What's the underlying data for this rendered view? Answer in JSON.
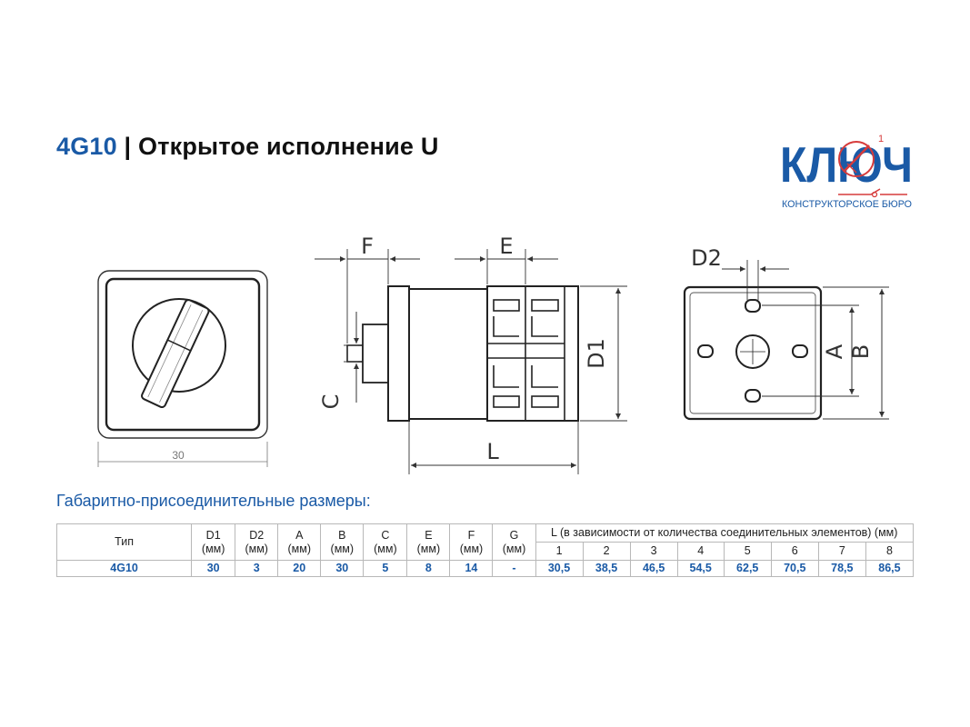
{
  "header": {
    "model": "4G10",
    "separator": " | ",
    "title": "Открытое исполнение U"
  },
  "logo": {
    "word": "КЛЮЧ",
    "subtitle": "КОНСТРУКТОРСКОЕ БЮРО",
    "colors": {
      "primary": "#1a5aa6",
      "accent": "#d63b3b"
    }
  },
  "drawing_labels": {
    "front_width": "30",
    "F": "F",
    "E": "E",
    "C": "C",
    "D1": "D1",
    "L": "L",
    "D2": "D2",
    "A": "A",
    "B": "B"
  },
  "section_title": "Габаритно-присоединительные размеры:",
  "table": {
    "col_type": "Тип",
    "columns": [
      {
        "name": "D1",
        "unit": "(мм)"
      },
      {
        "name": "D2",
        "unit": "(мм)"
      },
      {
        "name": "A",
        "unit": "(мм)"
      },
      {
        "name": "B",
        "unit": "(мм)"
      },
      {
        "name": "C",
        "unit": "(мм)"
      },
      {
        "name": "E",
        "unit": "(мм)"
      },
      {
        "name": "F",
        "unit": "(мм)"
      },
      {
        "name": "G",
        "unit": "(мм)"
      }
    ],
    "l_header": "L (в зависимости от количества соединительных элементов) (мм)",
    "l_counts": [
      "1",
      "2",
      "3",
      "4",
      "5",
      "6",
      "7",
      "8"
    ],
    "row": {
      "type": "4G10",
      "dims": [
        "30",
        "3",
        "20",
        "30",
        "5",
        "8",
        "14",
        "-"
      ],
      "l_values": [
        "30,5",
        "38,5",
        "46,5",
        "54,5",
        "62,5",
        "70,5",
        "78,5",
        "86,5"
      ]
    }
  }
}
